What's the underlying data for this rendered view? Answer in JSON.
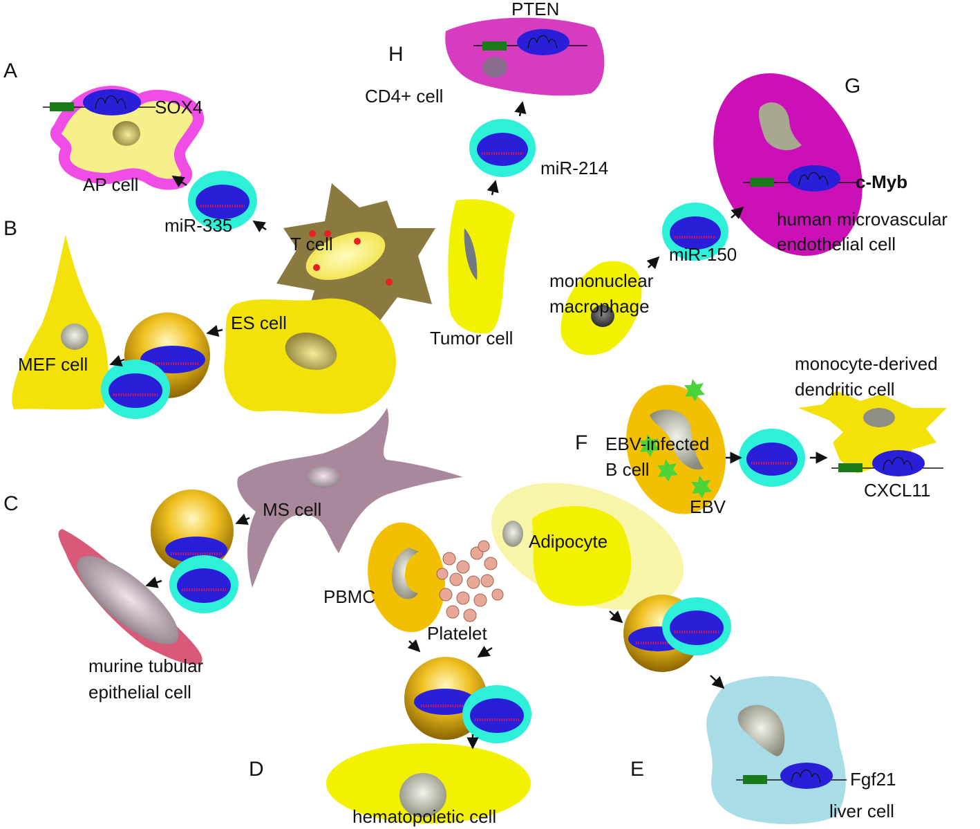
{
  "panels": {
    "A": "A",
    "B": "B",
    "C": "C",
    "D": "D",
    "E": "E",
    "F": "F",
    "G": "G",
    "H": "H"
  },
  "labels": {
    "pten": "PTEN",
    "cd4_cell": "CD4+ cell",
    "sox4": "SOX4",
    "ap_cell": "AP cell",
    "mir335": "miR-335",
    "t_cell": "T cell",
    "mir214": "miR-214",
    "c_myb": "c-Myb",
    "hmec_line1": "human microvascular",
    "hmec_line2": "endothelial cell",
    "mir150": "miR-150",
    "mono_line1": "mononuclear",
    "mono_line2": "macrophage",
    "es_cell": "ES cell",
    "mef_cell": "MEF cell",
    "tumor_cell": "Tumor cell",
    "modc_line1": "monocyte-derived",
    "modc_line2": "dendritic cell",
    "ebv_line1": "EBV-infected",
    "ebv_line2": "B cell",
    "ebv": "EBV",
    "cxcl11": "CXCL11",
    "ms_cell": "MS cell",
    "adipocyte": "Adipocyte",
    "pbmc": "PBMC",
    "platelet": "Platelet",
    "mtec_line1": "murine tubular",
    "mtec_line2": "epithelial cell",
    "hema_cell": "hematopoietic cell",
    "fgf21": "Fgf21",
    "liver_cell": "liver cell"
  },
  "colors": {
    "vesicle_ring": "#2ef0d8",
    "vesicle_core": "#2a1fd8",
    "mirna_strand": "#e0144a",
    "gene_marker": "#1a7a1a",
    "yellow_cell": "#f2e20a",
    "magenta_cell": "#d63cc0",
    "liver_cell": "#a8dde8",
    "ms_cell": "#a8889a",
    "tubular_cell": "#d85a78",
    "t_cell": "#8a7a40",
    "ebv_particle": "#4ad43a"
  }
}
